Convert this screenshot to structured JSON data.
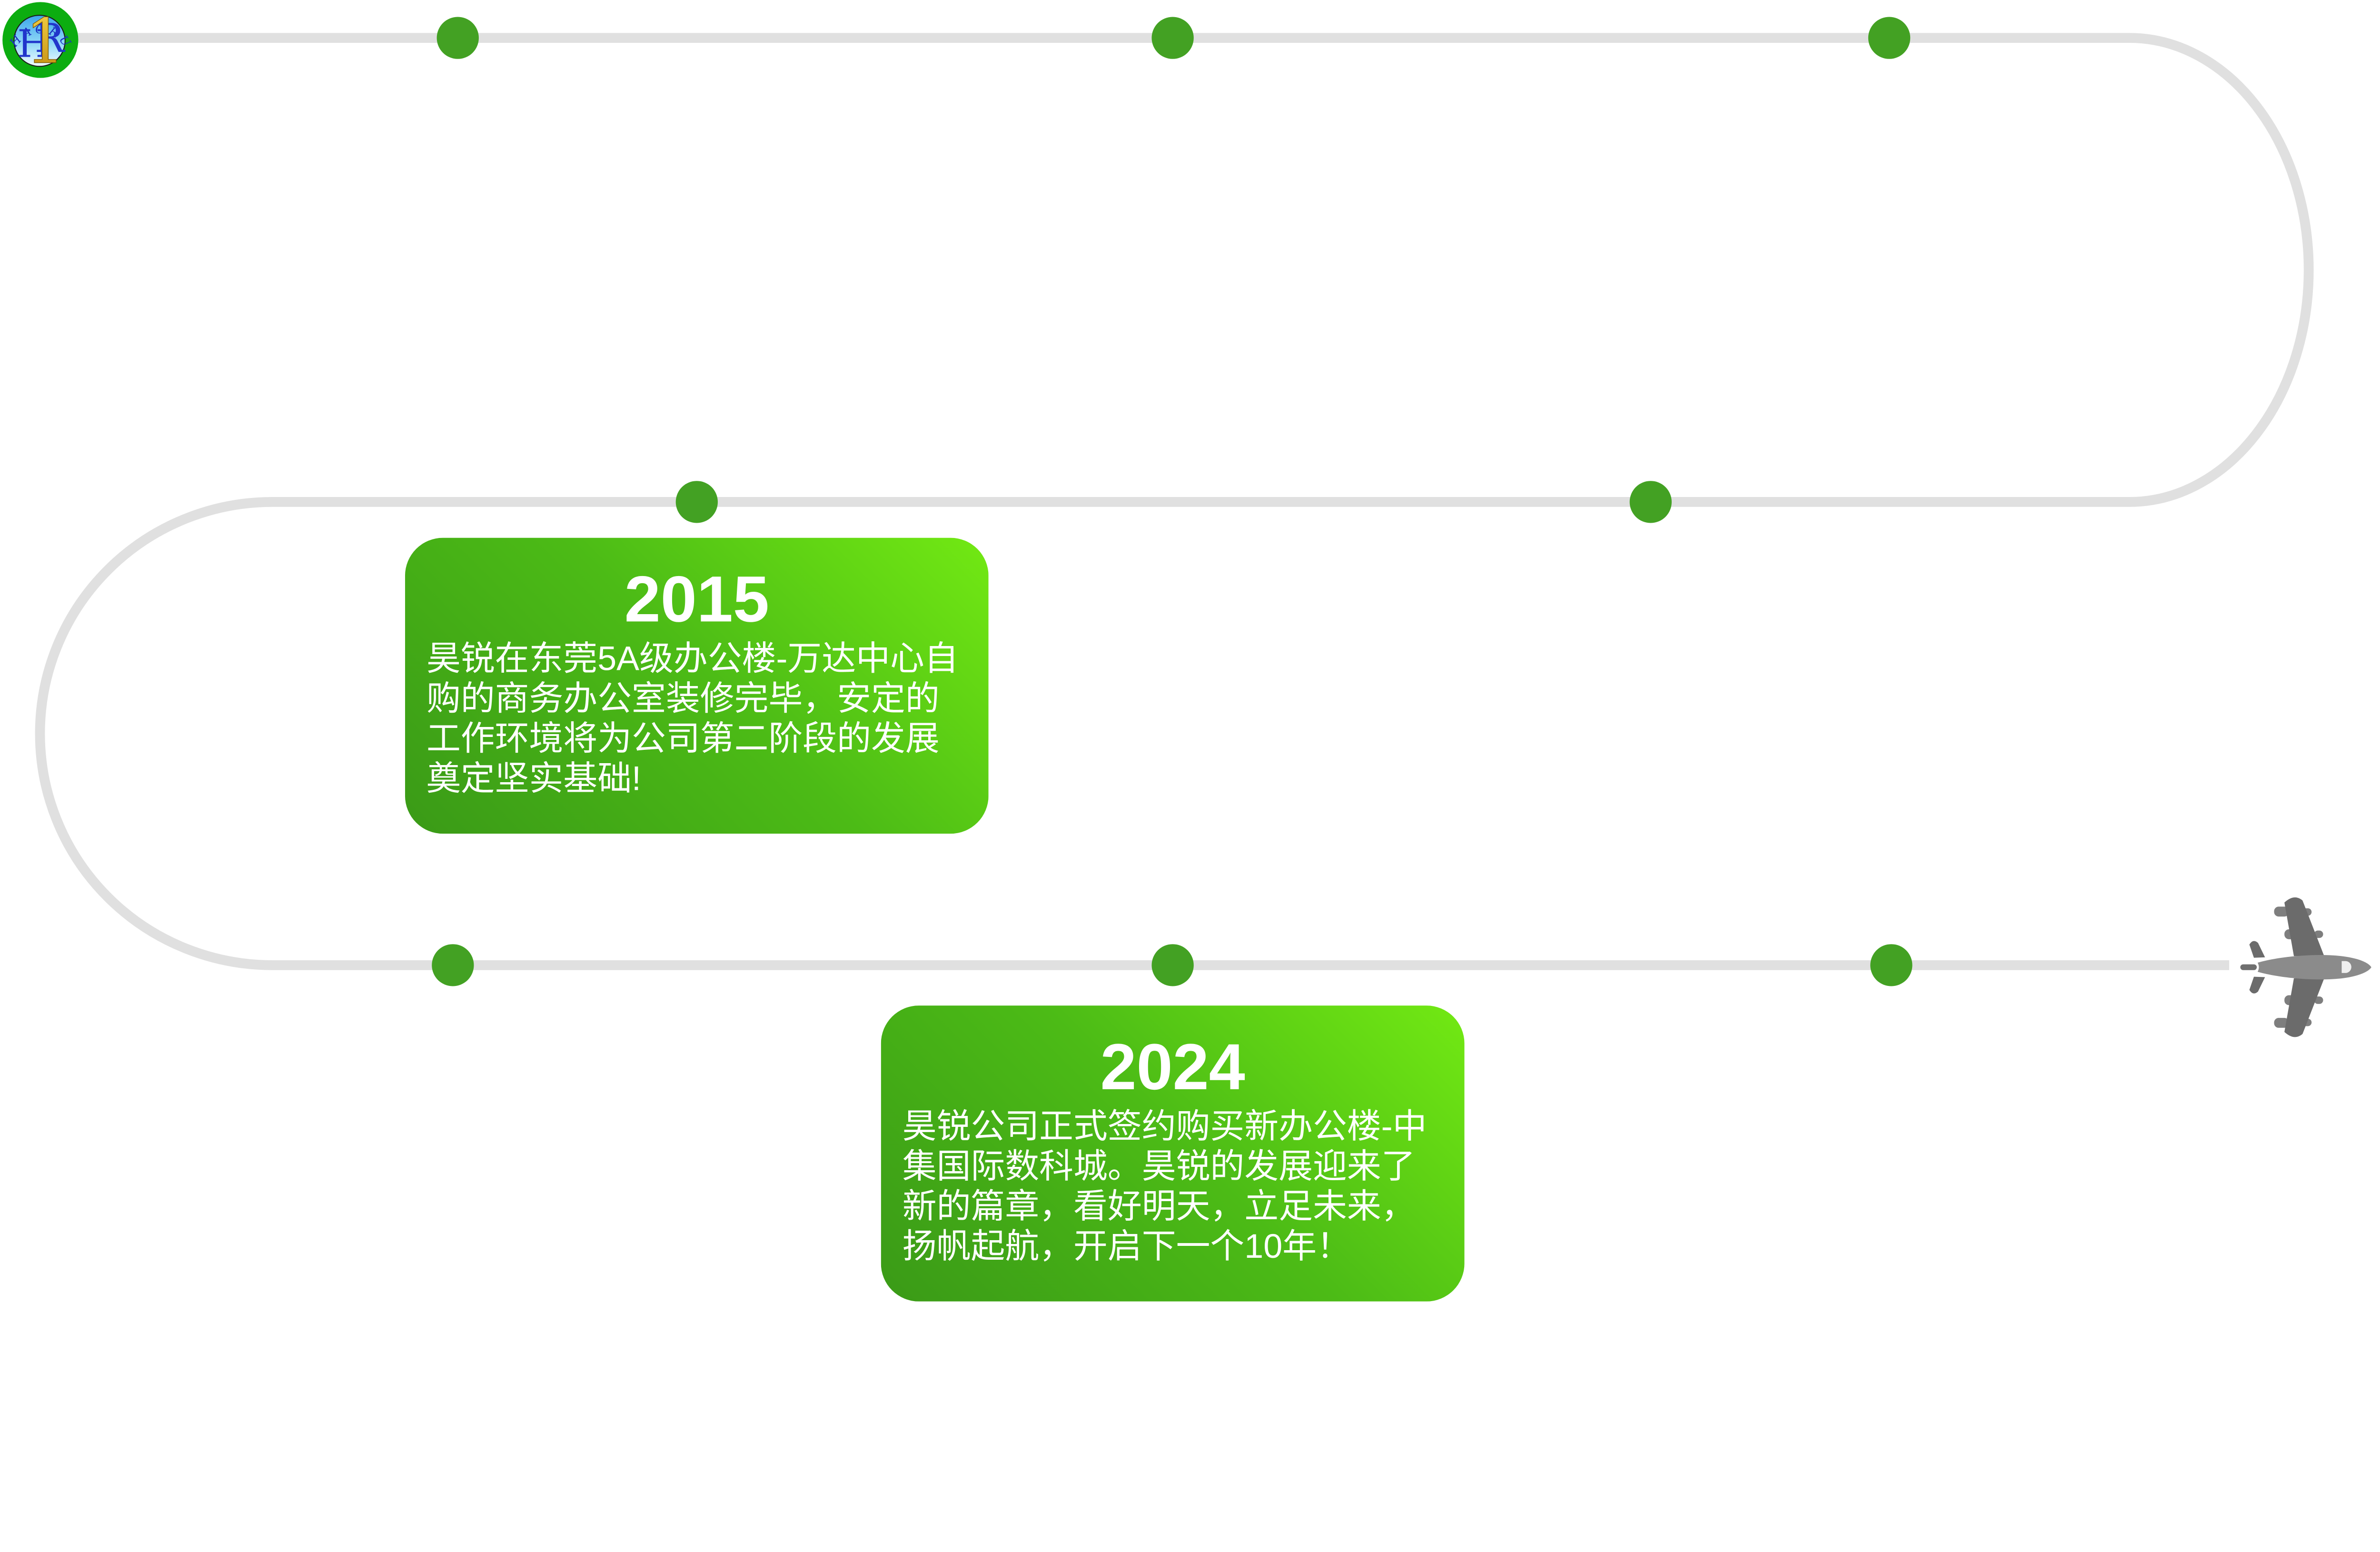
{
  "logo": {
    "arc_text": "HAORUI",
    "monogram": {
      "h": "H",
      "one": "1",
      "r": "R"
    },
    "colors": {
      "ring_green": "#0cad10",
      "letter_blue": "#2136cb",
      "gold": "#d9a520",
      "sky_blue": "#3ba5ec"
    }
  },
  "timeline": {
    "track_color": "#e0e0e0",
    "dot_color": "#43a123"
  },
  "milestones": [
    {
      "year": "2015",
      "description": "昊锐在东莞5A级办公楼-万达中心自\n购的商务办公室装修完毕，安定的\n工作环境将为公司第二阶段的发展\n奠定坚实基础!"
    },
    {
      "year": "2024",
      "description": "昊锐公司正式签约购买新办公楼-中\n集国际数科城。昊锐的发展迎来了\n新的篇章，看好明天，立足未来，\n扬帆起航，开启下一个10年！"
    }
  ],
  "icons": {
    "airplane": "airplane-icon",
    "logo": "company-logo"
  },
  "colors": {
    "card_gradient_light": "#72e913",
    "card_gradient_dark": "#3a9a17",
    "card_text": "#ffffff",
    "plane_body": "#8b8b8b",
    "plane_wing": "#6b6b6b"
  }
}
